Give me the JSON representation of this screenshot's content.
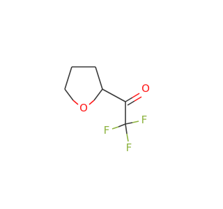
{
  "molecule": {
    "atoms": {
      "ring_oxygen": {
        "label": "O",
        "color": "#ff1a1a"
      },
      "carbonyl_oxygen": {
        "label": "O",
        "color": "#ff1a1a"
      },
      "fluorine_left": {
        "label": "F",
        "color": "#8db33f"
      },
      "fluorine_right": {
        "label": "F",
        "color": "#8db33f"
      },
      "fluorine_bottom": {
        "label": "F",
        "color": "#8db33f"
      }
    },
    "colors": {
      "bond": "#3a3a3a",
      "oxygen": "#ff1a1a",
      "fluorine": "#8db33f"
    }
  }
}
